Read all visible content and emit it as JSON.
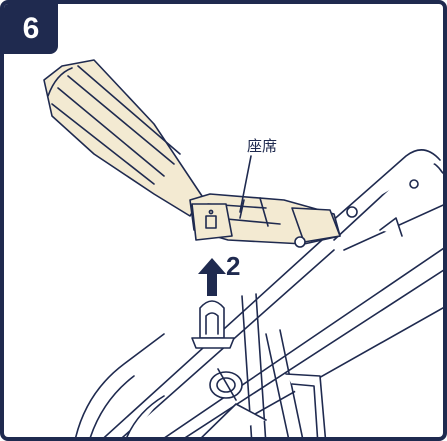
{
  "step": {
    "number": "6"
  },
  "labels": {
    "seat": "座席",
    "arrow_step": "2"
  },
  "colors": {
    "navy": "#1f2a4f",
    "fabric": "#f3ead2",
    "line": "#1f2a4f"
  },
  "icons": {
    "arrow": "up-arrow-icon"
  }
}
